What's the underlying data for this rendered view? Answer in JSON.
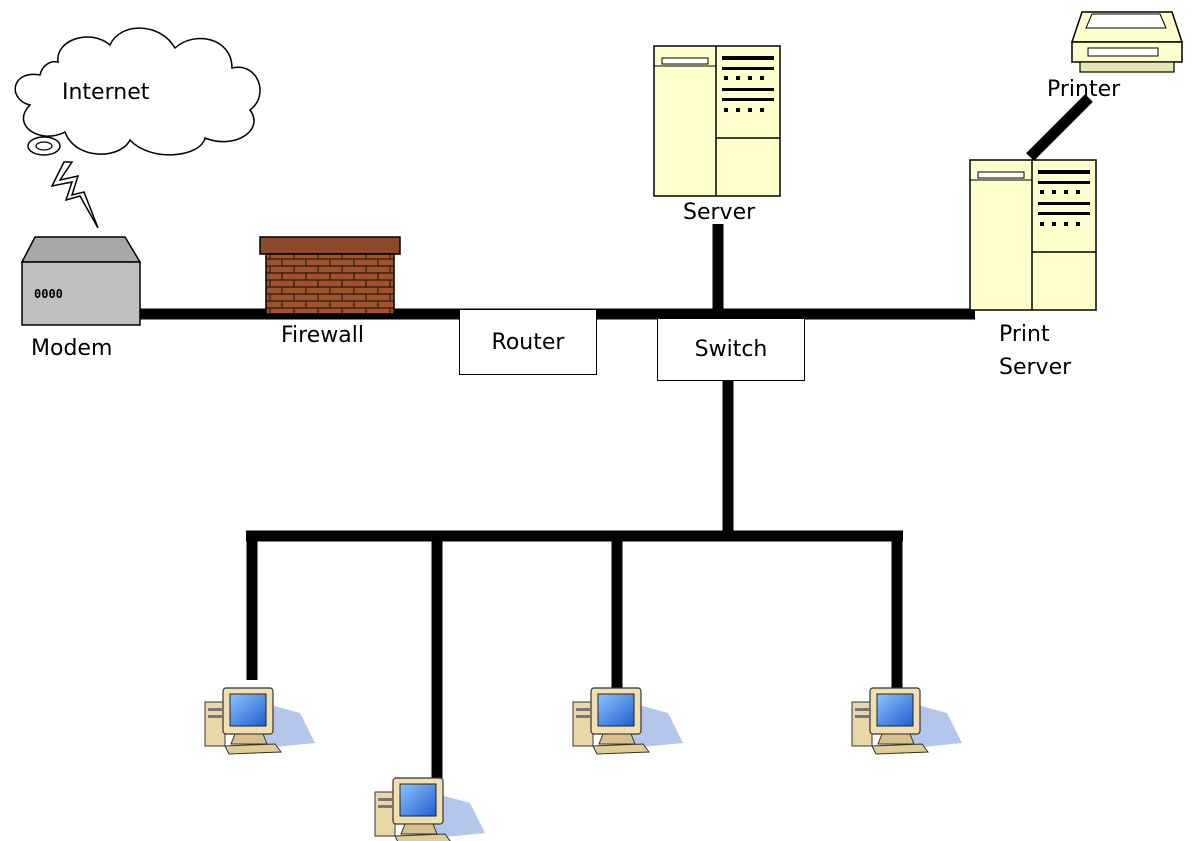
{
  "labels": {
    "internet": "Internet",
    "modem": "Modem",
    "firewall": "Firewall",
    "router": "Router",
    "switch": "Switch",
    "server": "Server",
    "printer": "Printer",
    "print_server_line1": "Print",
    "print_server_line2": "Server"
  },
  "modem_panel_text": "0000",
  "colors": {
    "line": "#000000",
    "server_fill": "#ffffcc",
    "modem_fill": "#c0c0c0",
    "brick": "#a0522d",
    "mortar": "#2b1b10",
    "monitor_screen": "#3a86e6",
    "pc_beige": "#f0e0b0",
    "shadow": "#99b3e6"
  }
}
